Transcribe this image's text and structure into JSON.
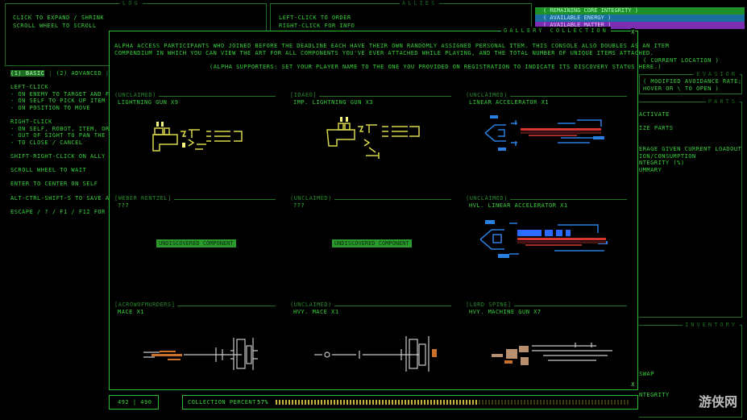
{
  "log_panel": {
    "title": "LOG",
    "lines": [
      "Click to expand / shrink",
      "Scroll wheel to scroll"
    ]
  },
  "allies_panel": {
    "title": "ALLIES",
    "lines": [
      "Left-click to order",
      "Right-click for info"
    ]
  },
  "status_bars": [
    {
      "label": "( Remaining core integrity )",
      "color": "#1f8f2a"
    },
    {
      "label": "( Available energy )",
      "color": "#1a6f9e"
    },
    {
      "label": "( Available matter )",
      "color": "#7a2db0"
    }
  ],
  "help": {
    "tabs": [
      "(1) BASIC",
      "(2) ADVANCED",
      "("
    ],
    "lines": [
      "Left-click",
      " - On enemy to target and f",
      " - On self to pick up item",
      " - On position to move",
      "",
      "Right-click",
      " - On self, robot, item, or",
      " - Out of sight to pan the",
      " - To close / cancel",
      "",
      "Shift-right-click on ally t",
      "",
      "Scroll wheel to wait",
      "",
      "Enter to center on self",
      "",
      "Alt-Ctrl-Shift-s to save an",
      "",
      "Escape / ? / F1 / F12 for h"
    ]
  },
  "right_panel": {
    "location": "( Current location )",
    "evasion_title": "EVASION",
    "evasion_lines": [
      "( Modified avoidance rate;",
      "hover or \\ to open )"
    ],
    "parts_title": "PARTS",
    "parts_lines": [
      "ACTIVATE",
      "",
      "IZE PARTS",
      "",
      "",
      "ERAGE GIVEN CURRENT LOADOUT",
      "ION/CONSUMPTION",
      "NTEGRITY (%)",
      "UMMARY"
    ],
    "inventory_title": "INVENTORY",
    "inventory_lines": [
      "SWAP",
      "",
      "",
      "NTEGRITY"
    ]
  },
  "gallery": {
    "title": "GALLERY COLLECTION",
    "close": "x",
    "intro": [
      "Alpha Access participants who joined before the deadline each have their own randomly assigned personal item. This console also doubles as an item",
      "compendium in which you can view the art for all components you've ever attached while playing, and the total number of unique items attached."
    ],
    "note": "(Alpha supporters: Set your player name to the one you provided on registration to indicate its discovery status here.)",
    "items": [
      {
        "owner": "(Unclaimed)",
        "name": "Lightning Gun x9",
        "discovered": true,
        "art": "lightning1"
      },
      {
        "owner": "[Idaeo]",
        "name": "Imp. Lightning Gun x3",
        "discovered": true,
        "art": "lightning2"
      },
      {
        "owner": "(Unclaimed)",
        "name": "Linear Accelerator x1",
        "discovered": true,
        "art": "linear1"
      },
      {
        "owner": "[Weber Rentzel]",
        "name": "???",
        "discovered": false,
        "art": ""
      },
      {
        "owner": "(Unclaimed)",
        "name": "???",
        "discovered": false,
        "art": ""
      },
      {
        "owner": "(Unclaimed)",
        "name": "Hvl. Linear Accelerator x1",
        "discovered": true,
        "art": "linear2"
      },
      {
        "owner": "[ACrowOfMurders]",
        "name": "Mace x1",
        "discovered": true,
        "art": "mace1"
      },
      {
        "owner": "(Unclaimed)",
        "name": "Hvy. Mace x1",
        "discovered": true,
        "art": "mace2"
      },
      {
        "owner": "[Lord Spine]",
        "name": "Hvy. Machine Gun x7",
        "discovered": true,
        "art": "mg"
      }
    ],
    "undiscovered_label": "UNDISCOVERED COMPONENT",
    "page": "492 | 490",
    "collection_label": "Collection Percent",
    "collection_percent": "57%",
    "collection_fraction": 0.57
  },
  "watermark": "游侠网"
}
